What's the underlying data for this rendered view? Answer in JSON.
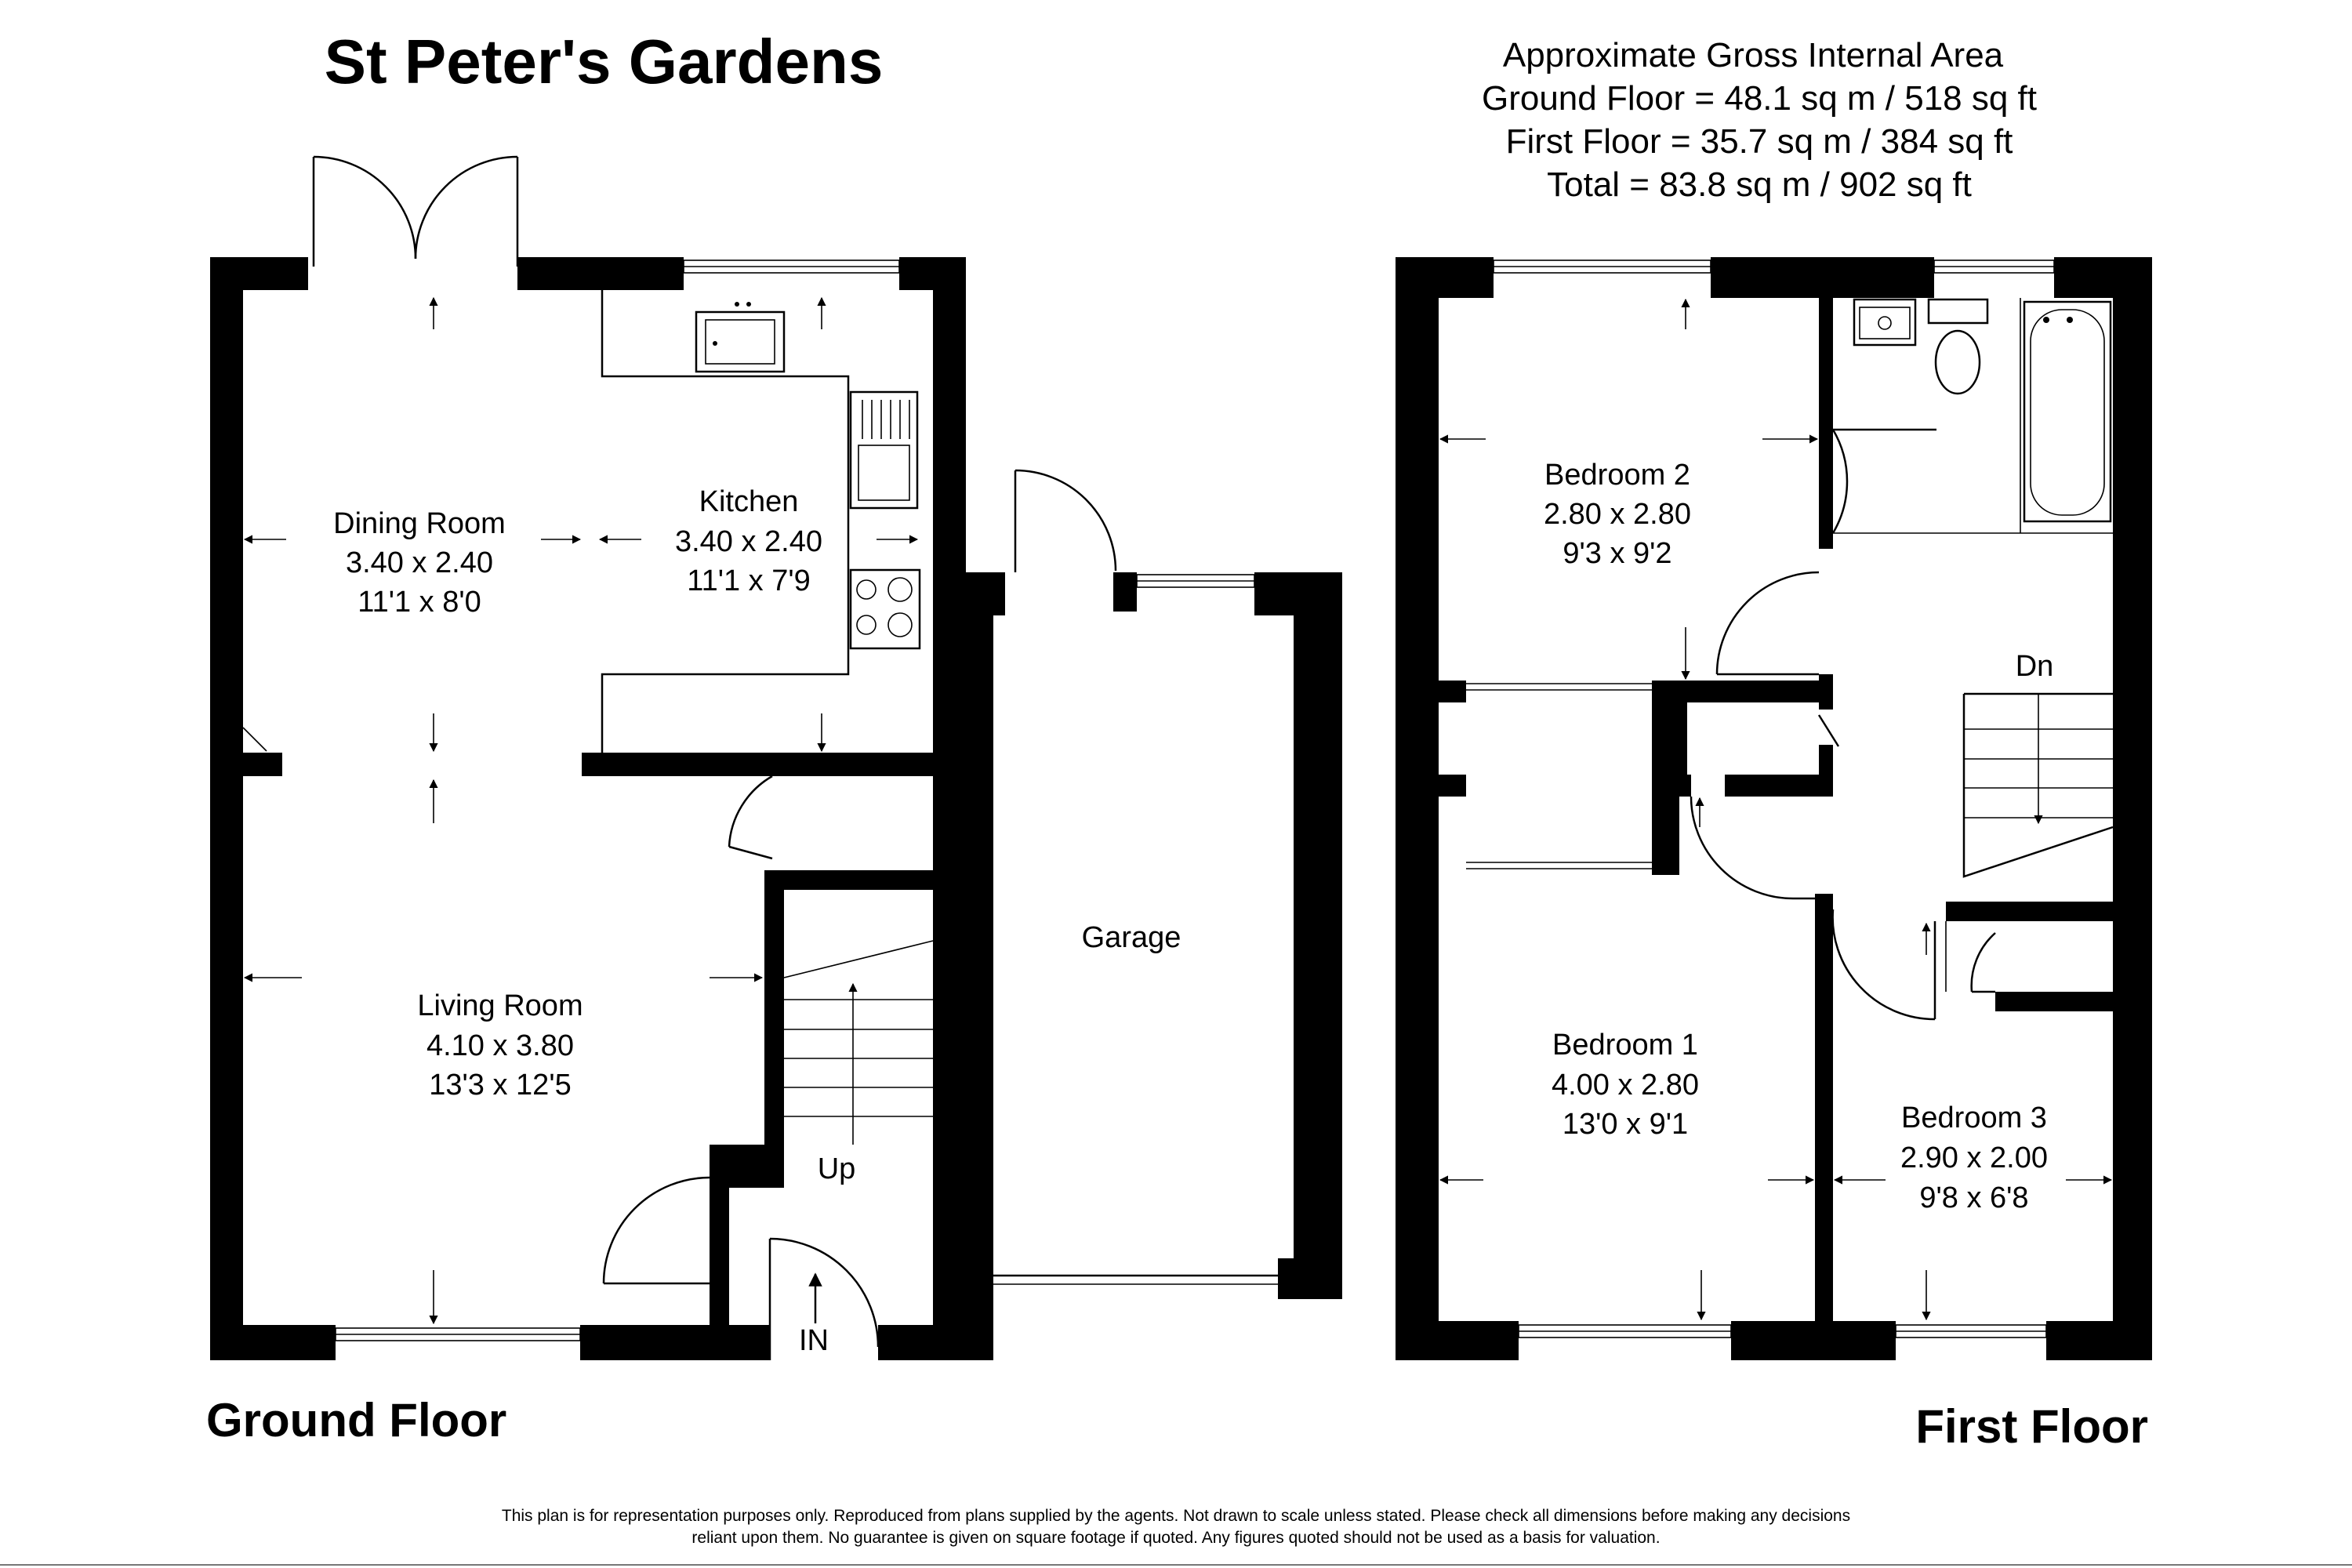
{
  "title": "St Peter's Gardens",
  "area": {
    "heading": "Approximate Gross Internal Area",
    "ground": "Ground Floor = 48.1 sq m / 518 sq ft",
    "first": "First Floor = 35.7 sq m / 384 sq ft",
    "total": "Total = 83.8 sq m / 902 sq ft"
  },
  "ground_floor": {
    "label": "Ground Floor",
    "rooms": {
      "dining": {
        "name": "Dining Room",
        "metric": "3.40 x 2.40",
        "imperial": "11'1 x 8'0"
      },
      "kitchen": {
        "name": "Kitchen",
        "metric": "3.40 x 2.40",
        "imperial": "11'1 x 7'9"
      },
      "living": {
        "name": "Living Room",
        "metric": "4.10 x 3.80",
        "imperial": "13'3 x 12'5"
      },
      "garage": {
        "name": "Garage"
      }
    },
    "stairs_label": "Up",
    "entrance_label": "IN"
  },
  "first_floor": {
    "label": "First Floor",
    "rooms": {
      "bedroom2": {
        "name": "Bedroom 2",
        "metric": "2.80 x 2.80",
        "imperial": "9'3 x 9'2"
      },
      "bedroom1": {
        "name": "Bedroom 1",
        "metric": "4.00 x 2.80",
        "imperial": "13'0 x 9'1"
      },
      "bedroom3": {
        "name": "Bedroom 3",
        "metric": "2.90 x 2.00",
        "imperial": "9'8 x 6'8"
      }
    },
    "stairs_label": "Dn"
  },
  "disclaimer": {
    "line1": "This plan is for representation purposes only.  Reproduced from plans supplied by the agents. Not drawn to scale unless stated.  Please check all dimensions before making any decisions",
    "line2": "reliant upon them.  No guarantee is given on square footage if quoted.  Any figures quoted should not be used as a basis for valuation."
  }
}
